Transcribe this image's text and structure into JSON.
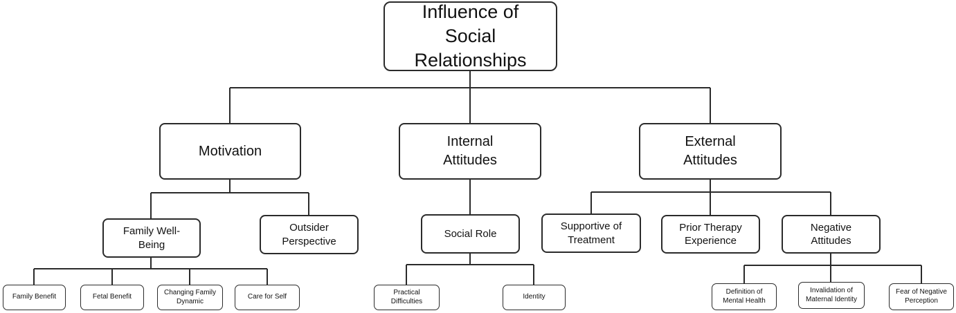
{
  "root": {
    "label": "Influence of Social Relationships"
  },
  "level1": {
    "motivation": "Motivation",
    "internal": "Internal Attitudes",
    "external": "External Attitudes"
  },
  "level2": {
    "family_wellbeing": "Family Well-Being",
    "outsider": "Outsider Perspective",
    "social_role": "Social Role",
    "supportive": "Supportive of Treatment",
    "prior_therapy": "Prior Therapy Experience",
    "negative": "Negative Attitudes"
  },
  "level3": {
    "family_benefit": "Family Benefit",
    "fetal_benefit": "Fetal Benefit",
    "changing_family": "Changing Family Dynamic",
    "care_self": "Care for Self",
    "practical": "Practical Difficulties",
    "identity": "Identity",
    "definition_mh": "Definition of Mental Health",
    "invalidation": "Invalidation of Maternal Identity",
    "fear_negative": "Fear of Negative Perception"
  },
  "colors": {
    "line": "#2a2a2a",
    "box_border": "#2a2a2a",
    "background": "#ffffff"
  }
}
